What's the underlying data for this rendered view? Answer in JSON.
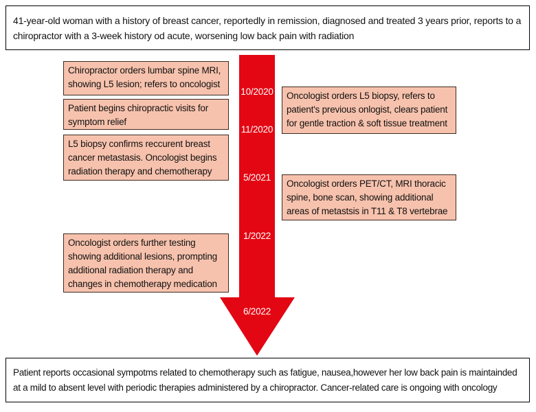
{
  "header": {
    "text": "41-year-old woman with a history of breast cancer, reportedly in remission, diagnosed and treated 3 years prior, reports to a chiropractor with a 3-week history od acute, worsening low back pain with radiation"
  },
  "timeline": {
    "dates": [
      "10/2020",
      "11/2020",
      "5/2021",
      "1/2022",
      "6/2022"
    ],
    "left_events": [
      "Chiropractor orders lumbar spine MRI, showing L5 lesion; refers to oncologist",
      "Patient begins chiropractic visits for symptom relief",
      "L5 biopsy confirms reccurent breast cancer metastasis. Oncologist begins radiation therapy and chemotherapy",
      "Oncologist orders further testing showing additional lesions, prompting additional radiation therapy and changes in chemotherapy medication"
    ],
    "right_events": [
      "Oncologist orders L5 biopsy, refers to patient's previous onlogist, clears patient for gentle traction & soft tissue treatment",
      "Oncologist orders PET/CT, MRI thoracic spine, bone scan, showing additional areas of metastsis in T11 & T8 vertebrae"
    ],
    "arrow_color": "#e30613",
    "box_color": "#f7c2ad"
  },
  "footer": {
    "text": "Patient reports occasional sympotms related to chemotherapy such as fatigue, nausea,however her low back pain is maintainded at a mild to absent level with periodic therapies administered by a chiropractor. Cancer-related care is ongoing with oncology"
  }
}
